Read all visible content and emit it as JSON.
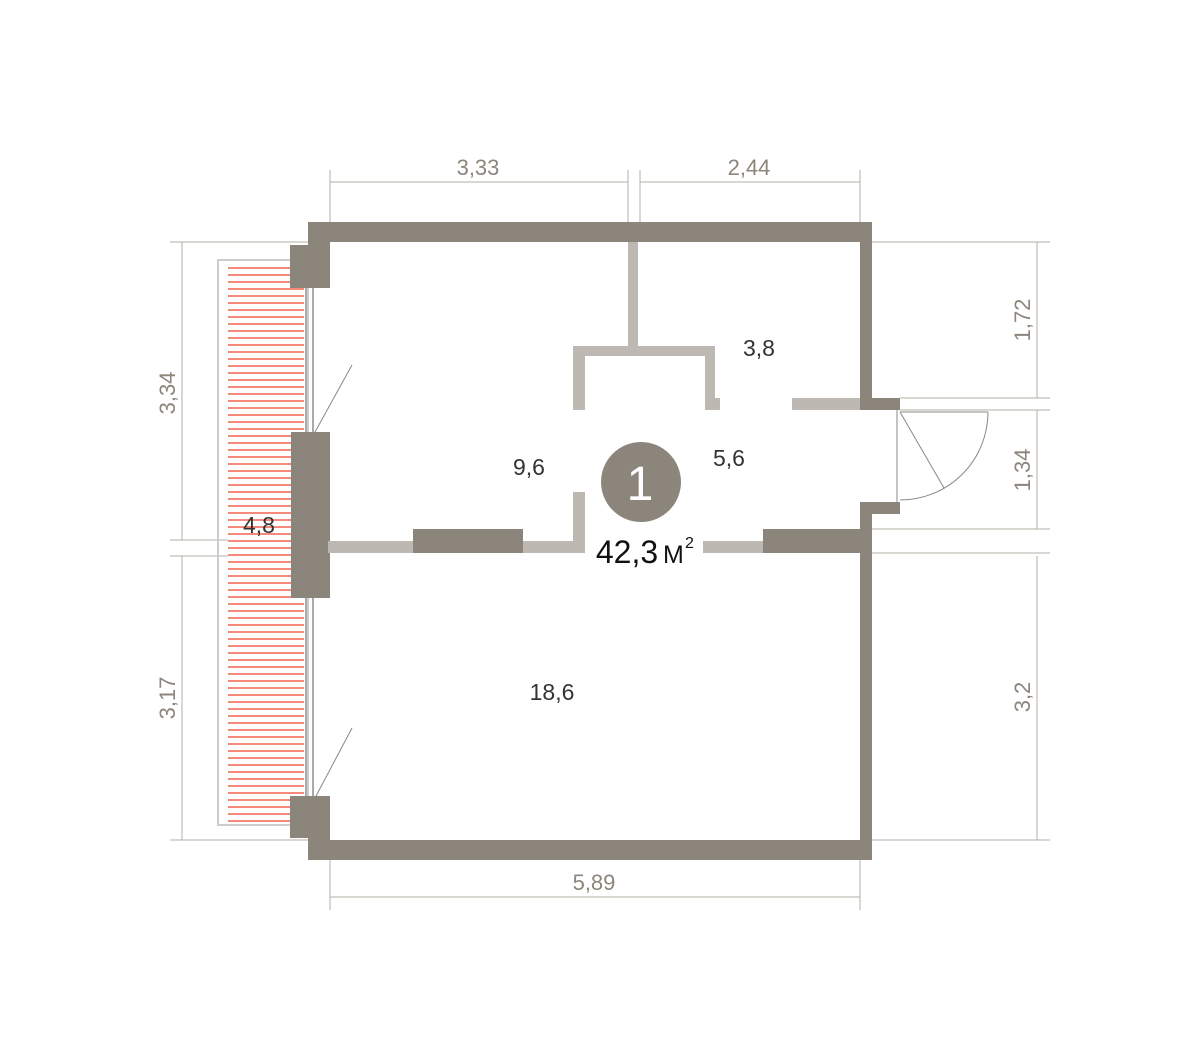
{
  "plan": {
    "apartment_number": "1",
    "total_area": "42,3",
    "area_unit": "М",
    "area_unit_power": "2",
    "rooms": {
      "kitchen_living": "9,6",
      "bathroom": "3,8",
      "hallway": "5,6",
      "bedroom": "18,6",
      "balcony": "4,8"
    },
    "dimensions": {
      "top_left": "3,33",
      "top_right": "2,44",
      "bottom": "5,89",
      "left_upper": "3,34",
      "left_lower": "3,17",
      "right_top": "1,72",
      "right_mid": "1,34",
      "right_bottom": "3,2"
    },
    "colors": {
      "wall": "#8c857b",
      "partition": "#bdb8b1",
      "balcony_hatch": "#f04a2e",
      "badge": "#8c857b"
    }
  }
}
